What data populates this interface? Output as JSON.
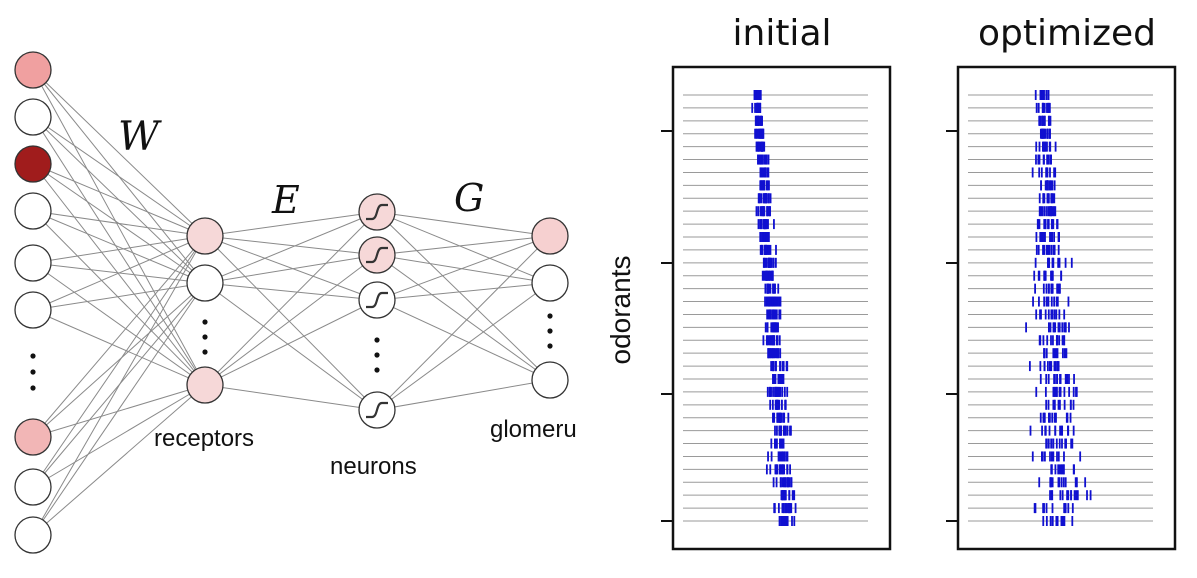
{
  "network": {
    "weight_labels": {
      "W": "W",
      "E": "E",
      "G": "G"
    },
    "layer_labels": {
      "receptors": "receptors",
      "neurons": "neurons",
      "glomeruli": "glomeru"
    },
    "colors": {
      "input_light": "#f0a0a0",
      "input_dark": "#a01c1c",
      "input_pale": "#f2b6b6",
      "receptor_fill": "#f6d8d8",
      "neuron_fill": "#f6d8d8",
      "glom_fill": "#f6d0d0",
      "edge": "#8a8a8a"
    }
  },
  "raster": {
    "ylabel": "odorants",
    "panels": [
      {
        "title": "initial"
      },
      {
        "title": "optimized"
      }
    ],
    "tick_color": "#1010d0",
    "row_count": 34
  }
}
